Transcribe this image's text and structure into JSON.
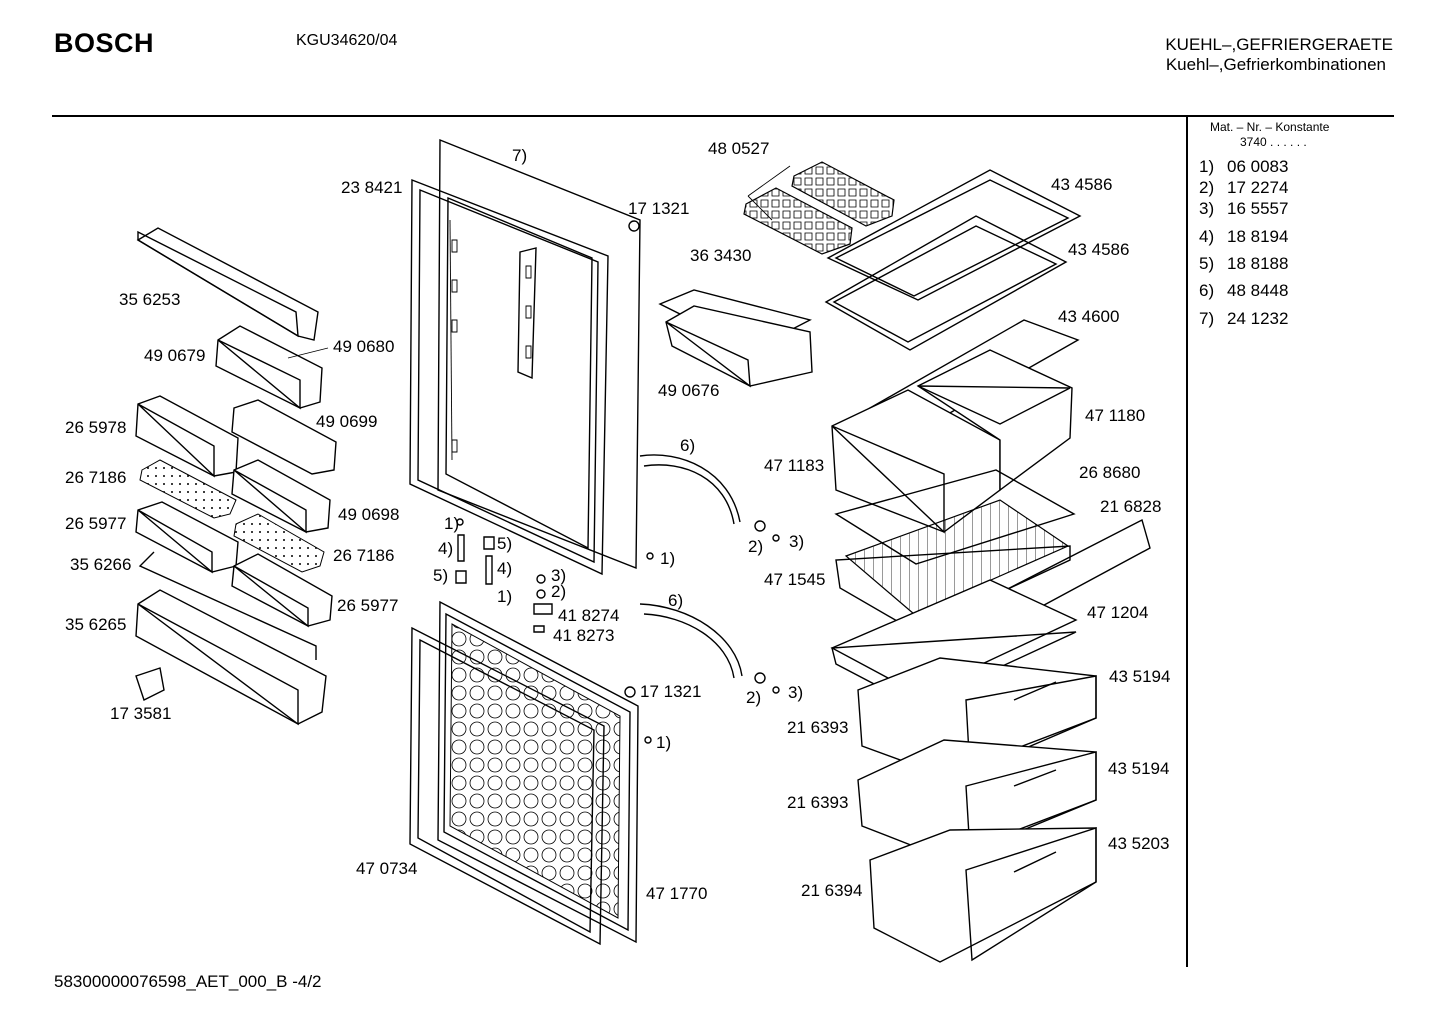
{
  "header": {
    "brand": "BOSCH",
    "model": "KGU34620/04",
    "category_line1": "KUEHL–,GEFRIERGERAETE",
    "category_line2": "Kuehl–,Gefrierkombinationen"
  },
  "constants": {
    "heading": "Mat. – Nr. – Konstante",
    "value": "3740 . .   . . . ."
  },
  "reference_list": [
    {
      "key": "1)",
      "number": "06 0083"
    },
    {
      "key": "2)",
      "number": "17 2274"
    },
    {
      "key": "3)",
      "number": "16 5557"
    },
    {
      "key": "4)",
      "number": "18 8194"
    },
    {
      "key": "5)",
      "number": "18 8188"
    },
    {
      "key": "6)",
      "number": "48 8448"
    },
    {
      "key": "7)",
      "number": "24 1232"
    }
  ],
  "part_labels": [
    "7)",
    "23 8421",
    "17 1321",
    "48 0527",
    "43 4586",
    "43 4586",
    "36 3430",
    "35 6253",
    "49 0680",
    "49 0679",
    "43 4600",
    "49 0676",
    "49 0699",
    "26 5978",
    "47 1180",
    "6)",
    "47 1183",
    "26 8680",
    "26 7186",
    "49 0698",
    "21 6828",
    "1)",
    "2)",
    "3)",
    "4)",
    "5)",
    "26 5977",
    "1)",
    "26 7186",
    "35 6266",
    "5)",
    "4)",
    "3)",
    "2)",
    "47 1545",
    "1)",
    "41 8274",
    "26 5977",
    "6)",
    "41 8273",
    "35 6265",
    "47 1204",
    "43 5194",
    "17 1321",
    "2)",
    "3)",
    "17 3581",
    "21 6393",
    "1)",
    "43 5194",
    "21 6393",
    "43 5203",
    "47 0734",
    "21 6394",
    "47 1770"
  ],
  "footer": {
    "code": "58300000076598_AET_000_B  -4/2"
  }
}
